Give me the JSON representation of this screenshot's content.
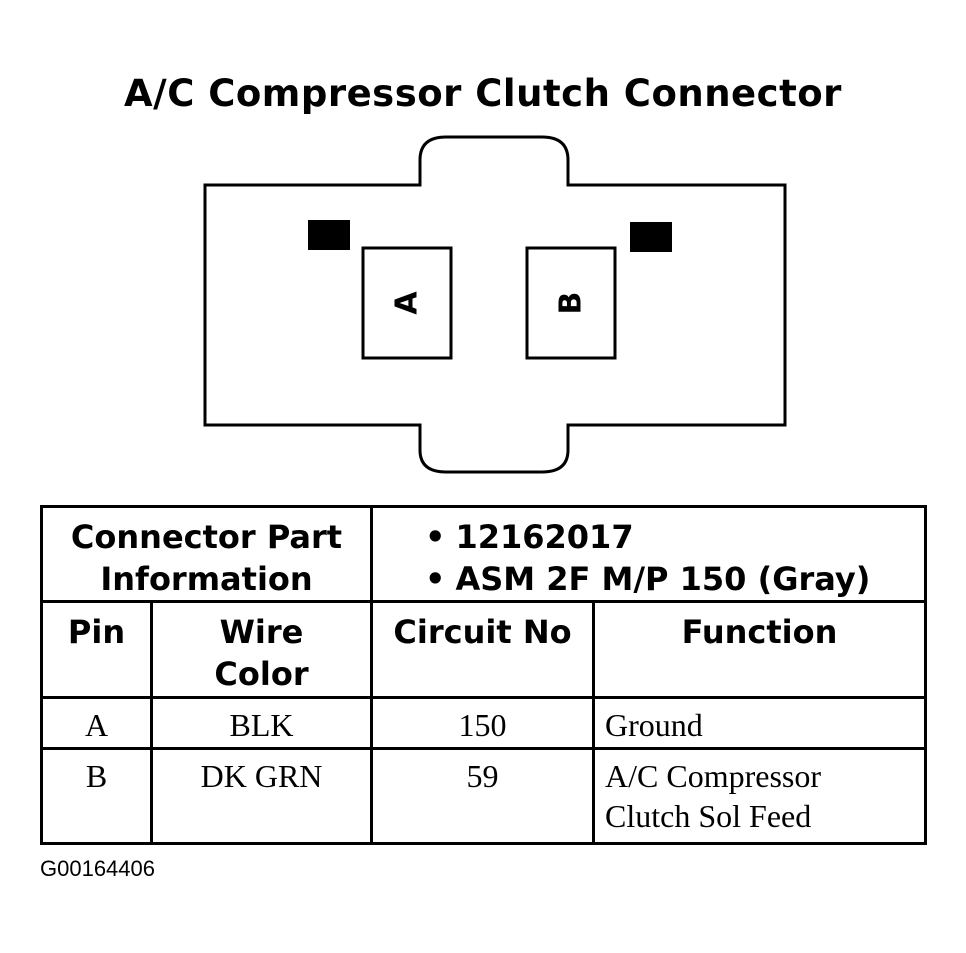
{
  "title": "A/C Compressor Clutch Connector",
  "connector": {
    "pins": [
      {
        "label": "A"
      },
      {
        "label": "B"
      }
    ]
  },
  "table": {
    "part_info_label": "Connector Part Information",
    "part_info_items": [
      "12162017",
      "ASM 2F M/P 150 (Gray)"
    ],
    "headers": [
      "Pin",
      "Wire Color",
      "Circuit No",
      "Function"
    ],
    "rows": [
      {
        "pin": "A",
        "wire_color": "BLK",
        "circuit": "150",
        "function": "Ground"
      },
      {
        "pin": "B",
        "wire_color": "DK GRN",
        "circuit": "59",
        "function": "A/C Compressor Clutch Sol Feed"
      }
    ]
  },
  "figure_id": "G00164406"
}
